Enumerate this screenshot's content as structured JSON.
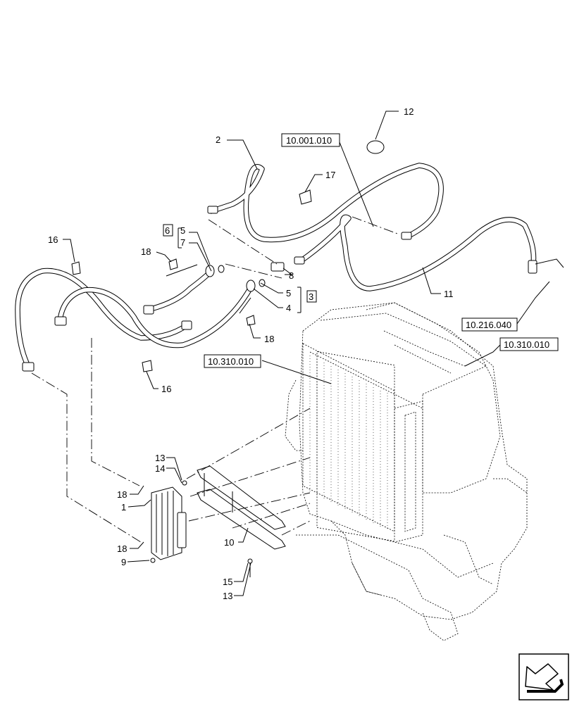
{
  "part_numbers": {
    "p1": "1",
    "p2": "2",
    "p3": "3",
    "p4": "4",
    "p5a": "5",
    "p5b": "5",
    "p6": "6",
    "p7": "7",
    "p8": "8",
    "p9": "9",
    "p10": "10",
    "p11": "11",
    "p12": "12",
    "p13a": "13",
    "p13b": "13",
    "p14": "14",
    "p15": "15",
    "p16a": "16",
    "p16b": "16",
    "p17": "17",
    "p18a": "18",
    "p18b": "18",
    "p18c": "18",
    "p18d": "18"
  },
  "references": {
    "ref_001": "10.001.010",
    "ref_216": "10.216.040",
    "ref_310_right": "10.310.010",
    "ref_310_center": "10.310.010"
  },
  "navigation": {
    "icon": "arrow-back-icon"
  }
}
